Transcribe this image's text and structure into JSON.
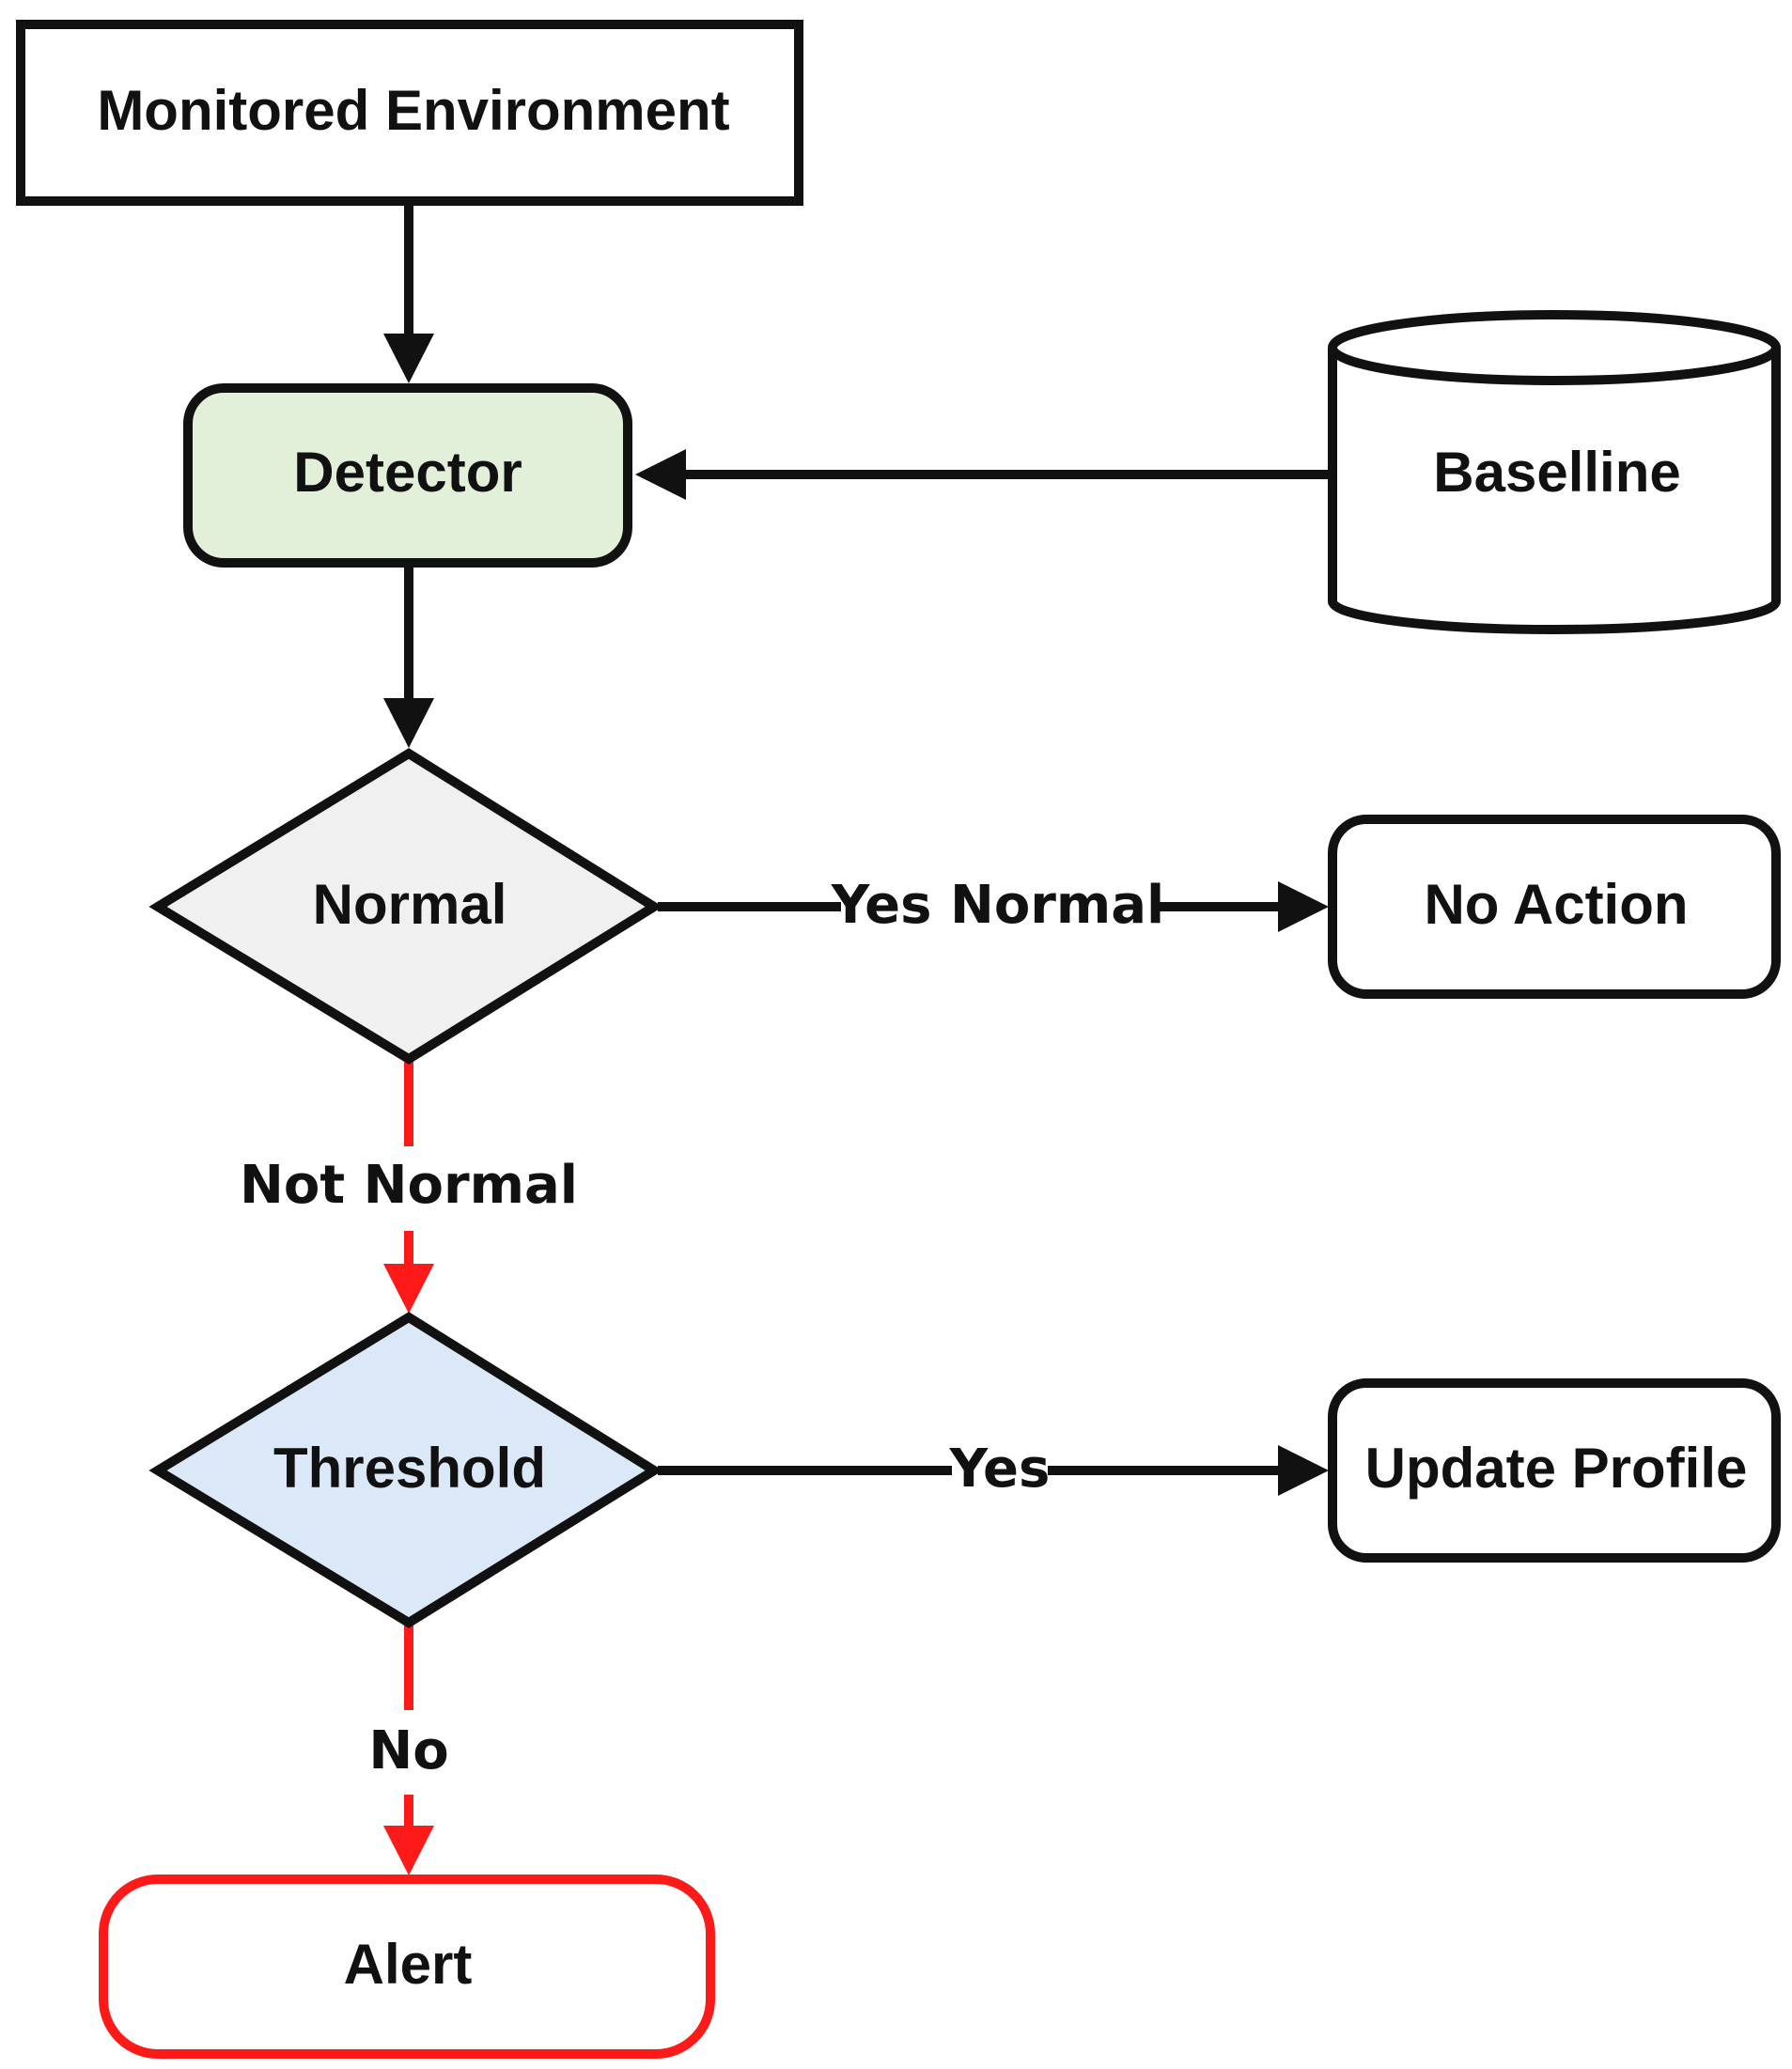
{
  "colors": {
    "stroke": "#111111",
    "red": "#ff1a1a",
    "detector_fill": "#e2f0d9",
    "normal_fill": "#f0f0f0",
    "threshold_fill": "#dae8f7",
    "white": "#ffffff"
  },
  "nodes": {
    "monitored_environment": "Monitored Environment",
    "detector": "Detector",
    "baseline": "Baselline",
    "normal": "Normal",
    "no_action": "No Action",
    "threshold": "Threshold",
    "update_profile": "Update Profile",
    "alert": "Alert"
  },
  "edges": {
    "yes_normal": "Yes Normal",
    "not_normal": "Not Normal",
    "yes": "Yes",
    "no": "No"
  }
}
